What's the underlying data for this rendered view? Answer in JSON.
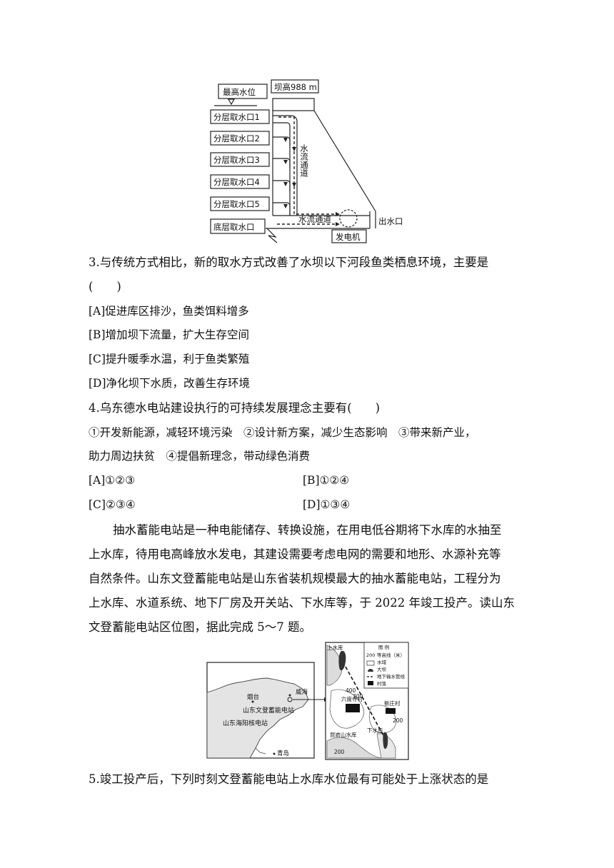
{
  "dam_diagram": {
    "dam_height": "坝高988 m",
    "max_level": "最高水位",
    "intakes": [
      "分层取水口1",
      "分层取水口2",
      "分层取水口3",
      "分层取水口4",
      "分层取水口5"
    ],
    "bottom_intake": "底层取水口",
    "flow_channel_vertical": "水流通道",
    "flow_channel_horizontal": "水流通道",
    "generator": "发电机",
    "outlet": "出水口"
  },
  "q3": {
    "stem": "3.与传统方式相比，新的取水方式改善了水坝以下河段鱼类栖息环境，主要是",
    "blank": "(　　)",
    "options": [
      "[A]促进库区排沙，鱼类饵料增多",
      "[B]增加坝下流量，扩大生存空间",
      "[C]提升暖季水温，利于鱼类繁殖",
      "[D]净化坝下水质，改善生存环境"
    ]
  },
  "q4": {
    "stem": "4.乌东德水电站建设执行的可持续发展理念主要有(　　)",
    "line1": "①开发新能源，减轻环境污染　②设计新方案，减少生态影响　③带来新产业，",
    "line2": "助力周边扶贫　④提倡新理念，带动绿色消费",
    "options": [
      "[A]①②③",
      "[B]①②④",
      "[C]②③④",
      "[D]①③④"
    ]
  },
  "passage": [
    "抽水蓄能电站是一种电能储存、转换设施，在用电低谷期将下水库的水抽至",
    "上水库，待用电高峰放水发电，其建设需要考虑电网的需要和地形、水源补充等",
    "自然条件。山东文登蓄能电站是山东省装机规模最大的抽水蓄能电站，工程分为",
    "上水库、水道系统、地下厂房及开关站、下水库等，于 2022 年竣工投产。读山东",
    "文登蓄能电站区位图，据此完成 5～7 题。"
  ],
  "map": {
    "cities": [
      "烟台",
      "威海",
      "青岛"
    ],
    "station": "山东文登蓄能电站",
    "nuclear": "山东海阳核电站",
    "legend_title": "图 例",
    "legend_items": [
      "等高线（米）",
      "水域",
      "大坝",
      "地下输水管线",
      "村落"
    ],
    "contour_value": "200",
    "upper_reservoir": "上水库",
    "lower_reservoir": "下水库",
    "villages": [
      "六度寺村",
      "新庄村"
    ],
    "mountain_reservoir": "昆嵛山水库",
    "contours": [
      "400",
      "300",
      "200",
      "200"
    ]
  },
  "q5": {
    "stem": "5.竣工投产后，下列时刻文登蓄能电站上水库水位最有可能处于上涨状态的是"
  }
}
